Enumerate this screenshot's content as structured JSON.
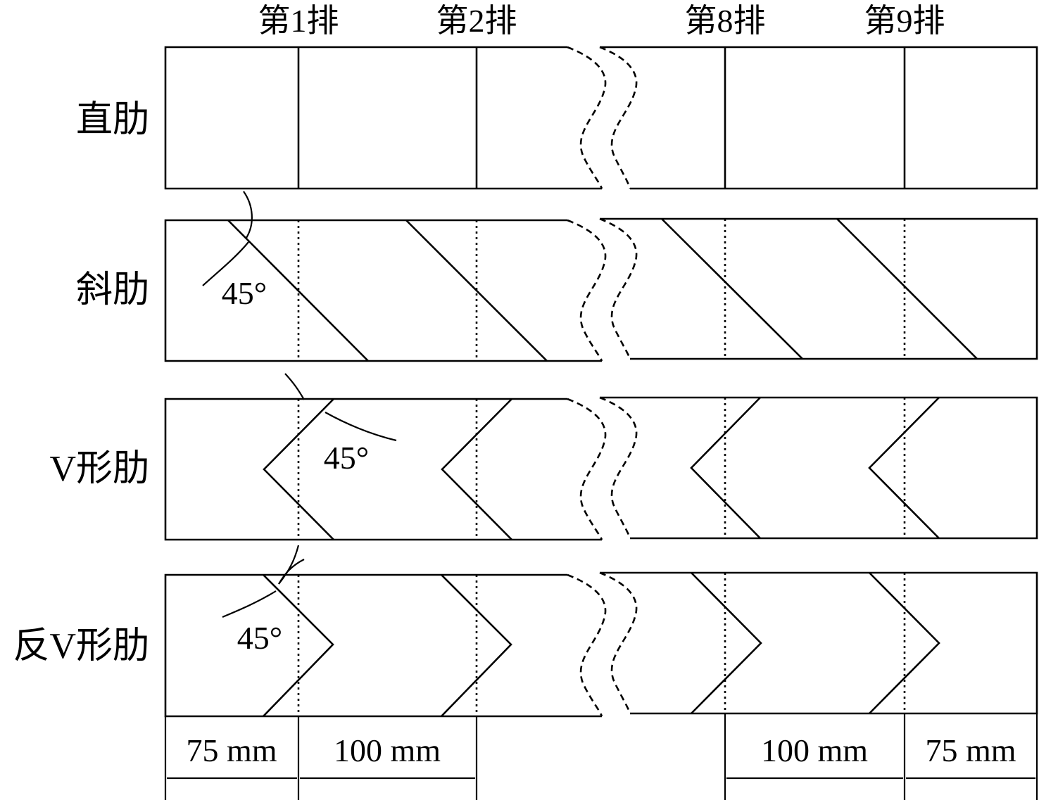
{
  "columns": [
    "第1排",
    "第2排",
    "第8排",
    "第9排"
  ],
  "rows": [
    {
      "label": "直肋",
      "type": "straight"
    },
    {
      "label": "斜肋",
      "type": "inclined",
      "angle": "45°"
    },
    {
      "label": "V形肋",
      "type": "v",
      "angle": "45°"
    },
    {
      "label": "反V形肋",
      "type": "reverse-v",
      "angle": "45°"
    }
  ],
  "dimensions": [
    "75 mm",
    "100 mm",
    "100 mm",
    "75 mm"
  ]
}
